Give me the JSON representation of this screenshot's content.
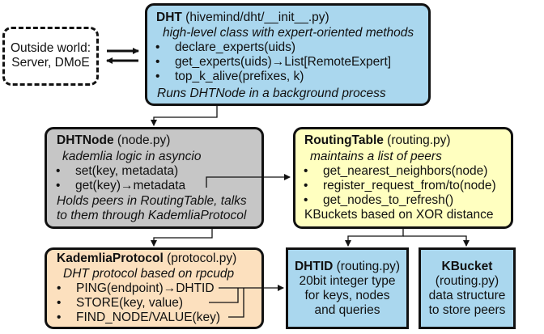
{
  "colors": {
    "dht": "#aad7ee",
    "node": "#c6c6c6",
    "routing": "#ffffc0",
    "kademlia": "#fce0be",
    "dhtid": "#aad7ee",
    "kbucket": "#aad7ee",
    "outside": "#ffffff"
  },
  "outside": {
    "line1": "Outside world:",
    "line2": "Server, DMoE"
  },
  "dht": {
    "name": "DHT",
    "file": " (hivemind/dht/__init__.py)",
    "desc": "high-level class with expert-oriented methods",
    "items": [
      "declare_experts(uids)",
      "get_experts(uids)→List[RemoteExpert]",
      "top_k_alive(prefixes, k)"
    ],
    "footer": "Runs DHTNode in a background process"
  },
  "node": {
    "name": "DHTNode",
    "file": " (node.py)",
    "desc": "kademlia logic in asyncio",
    "items": [
      "set(key, metadata)",
      "get(key)→metadata"
    ],
    "footer1": "Holds peers in RoutingTable, talks",
    "footer2": "to them through KademliaProtocol"
  },
  "routing": {
    "name": "RoutingTable",
    "file": " (routing.py)",
    "desc": "maintains a list of peers",
    "items": [
      "get_nearest_neighbors(node)",
      "register_request_from/to(node)",
      "get_nodes_to_refresh()"
    ],
    "footer": "KBuckets based on XOR distance"
  },
  "kademlia": {
    "name": "KademliaProtocol",
    "file": " (protocol.py)",
    "desc": "DHT protocol based on rpcudp",
    "items": [
      "PING(endpoint)→DHTID",
      "STORE(key, value)",
      "FIND_NODE/VALUE(key)"
    ]
  },
  "dhtid": {
    "name": "DHTID",
    "file": " (routing.py)",
    "lines": [
      "20bit integer type",
      "for keys, nodes",
      "and queries"
    ]
  },
  "kbucket": {
    "name": "KBucket",
    "lines": [
      "(routing.py)",
      "data structure",
      "to store peers"
    ]
  }
}
